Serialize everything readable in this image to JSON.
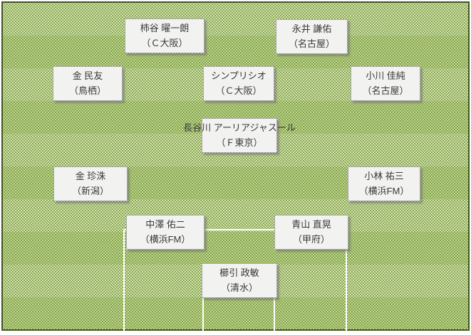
{
  "pitch": {
    "stripe_light_color": "#d5e2ab",
    "stripe_dark_color": "#c2d68d",
    "halftone_dot_color": "#658d35",
    "frame_color": "#42551f",
    "marking_line_color": "#ffffff",
    "box_background_color": "#f2f2f0",
    "box_border_color": "#a8a8a8",
    "text_color": "#383838"
  },
  "formation": {
    "players": [
      {
        "name": "柿谷 曜一朗",
        "club": "（Ｃ大阪）"
      },
      {
        "name": "永井 謙佑",
        "club": "（名古屋）"
      },
      {
        "name": "金 民友",
        "club": "（鳥栖）"
      },
      {
        "name": "シンプリシオ",
        "club": "（Ｃ大阪）"
      },
      {
        "name": "小川 佳純",
        "club": "（名古屋）"
      },
      {
        "name": "長谷川 アーリアジャスール",
        "club": "（Ｆ東京）"
      },
      {
        "name": "金 珍洙",
        "club": "（新潟）"
      },
      {
        "name": "小林 祐三",
        "club": "（横浜FM）"
      },
      {
        "name": "中澤 佑二",
        "club": "（横浜FM）"
      },
      {
        "name": "青山 直晃",
        "club": "（甲府）"
      },
      {
        "name": "櫛引 政敏",
        "club": "（清水）"
      }
    ]
  }
}
